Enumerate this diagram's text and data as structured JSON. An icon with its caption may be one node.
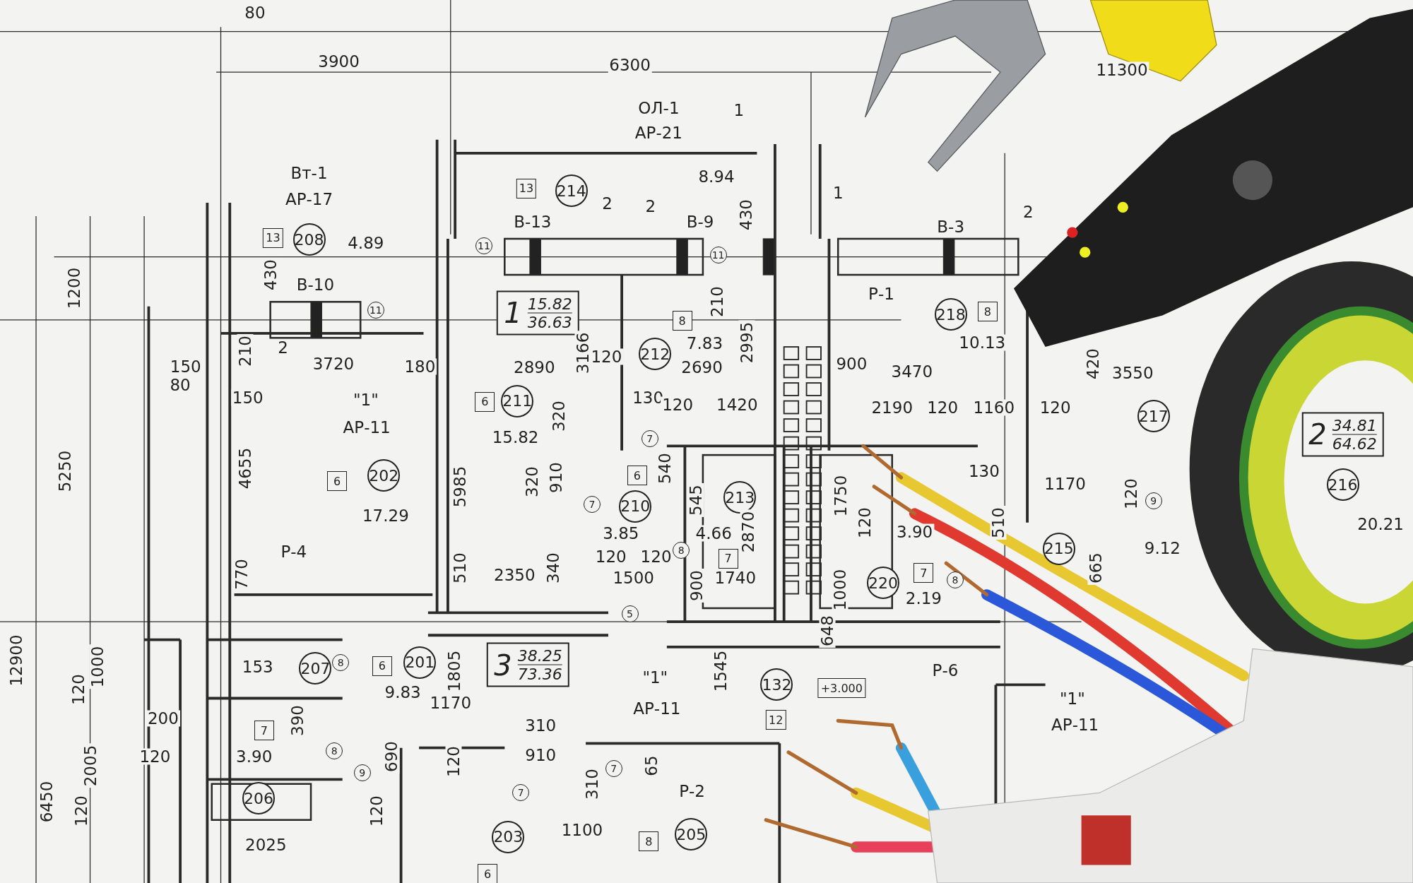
{
  "diagram": {
    "nodes": [
      {
        "text": [
          "13"
        ]
      },
      {
        "text": [
          "214"
        ]
      },
      {
        "text": [
          "13"
        ]
      },
      {
        "text": [
          "208"
        ]
      },
      {
        "text": [
          "11"
        ]
      },
      {
        "text": [
          "11"
        ]
      },
      {
        "text": [
          "11"
        ]
      },
      {
        "text": [
          "8"
        ]
      },
      {
        "text": [
          "1",
          "15.82",
          "36.63"
        ]
      },
      {
        "text": [
          "218"
        ]
      },
      {
        "text": [
          "8"
        ]
      },
      {
        "text": [
          "212"
        ]
      },
      {
        "text": [
          "211"
        ]
      },
      {
        "text": [
          "6"
        ]
      },
      {
        "text": [
          "217"
        ]
      },
      {
        "text": [
          "2",
          "34.81",
          "64.62"
        ]
      },
      {
        "text": [
          "7"
        ]
      },
      {
        "text": [
          "6"
        ]
      },
      {
        "text": [
          "202"
        ]
      },
      {
        "text": [
          "6"
        ]
      },
      {
        "text": [
          "216"
        ]
      },
      {
        "text": [
          "213"
        ]
      },
      {
        "text": [
          "9"
        ]
      },
      {
        "text": [
          "7"
        ]
      },
      {
        "text": [
          "210"
        ]
      },
      {
        "text": [
          "215"
        ]
      },
      {
        "text": [
          "8"
        ]
      },
      {
        "text": [
          "7"
        ]
      },
      {
        "text": [
          "7"
        ]
      },
      {
        "text": [
          "8"
        ]
      },
      {
        "text": [
          "220"
        ]
      },
      {
        "text": [
          "5"
        ]
      },
      {
        "text": [
          "201"
        ]
      },
      {
        "text": [
          "8"
        ]
      },
      {
        "text": [
          "3",
          "38.25",
          "73.36"
        ]
      },
      {
        "text": [
          "6"
        ]
      },
      {
        "text": [
          "207"
        ]
      },
      {
        "text": [
          "132"
        ]
      },
      {
        "text": [
          "+3.000"
        ]
      },
      {
        "text": [
          "12"
        ]
      },
      {
        "text": [
          "7"
        ]
      },
      {
        "text": [
          "8"
        ]
      },
      {
        "text": [
          "7"
        ]
      },
      {
        "text": [
          "9"
        ]
      },
      {
        "text": [
          "7"
        ]
      },
      {
        "text": [
          "206"
        ]
      },
      {
        "text": [
          "205"
        ]
      },
      {
        "text": [
          "203"
        ]
      },
      {
        "text": [
          "8"
        ]
      },
      {
        "text": [
          "6"
        ]
      }
    ],
    "labels": [
      "80",
      "3900",
      "6300",
      "11300",
      "ОЛ-1",
      "1",
      "АР-21",
      "Вт-1",
      "8.94",
      "1",
      "АР-17",
      "2",
      "2",
      "430",
      "2",
      "В-13",
      "В-9",
      "В-3",
      "4.89",
      "430",
      "В-10",
      "1200",
      "Р-1",
      "210",
      "210",
      "2",
      "3166",
      "120",
      "7.83",
      "2995",
      "10.13",
      "150",
      "3720",
      "180",
      "2890",
      "2690",
      "900",
      "3470",
      "420",
      "3550",
      "80",
      "150",
      "\"1\"",
      "130",
      "120",
      "1420",
      "2190",
      "120",
      "1160",
      "120",
      "320",
      "АР-11",
      "15.82",
      "5250",
      "4655",
      "320",
      "910",
      "540",
      "130",
      "1170",
      "5985",
      "545",
      "1750",
      "120",
      "17.29",
      "3.85",
      "4.66",
      "2870",
      "120",
      "3.90",
      "510",
      "20.21",
      "Р-4",
      "120",
      "120",
      "9.12",
      "770",
      "510",
      "2350",
      "340",
      "1500",
      "900",
      "1740",
      "1000",
      "665",
      "2.19",
      "648",
      "12900",
      "1000",
      "153",
      "1805",
      "\"1\"",
      "1545",
      "Р-6",
      "120",
      "9.83",
      "1170",
      "АР-11",
      "\"1\"",
      "200",
      "390",
      "310",
      "АР-11",
      "2005",
      "120",
      "3.90",
      "690",
      "120",
      "910",
      "310",
      "65",
      "Р-2",
      "6450",
      "120",
      "120",
      "1100",
      "2025"
    ]
  }
}
